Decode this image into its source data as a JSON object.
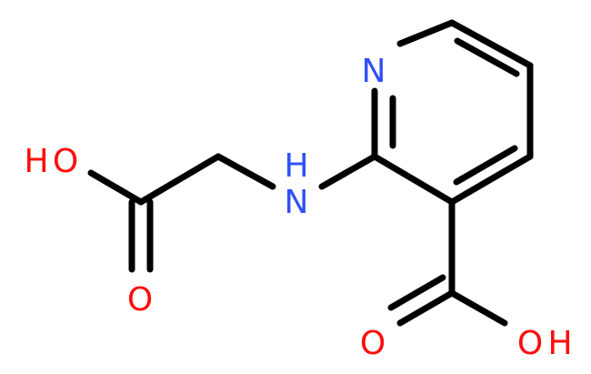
{
  "molecule": {
    "atoms": {
      "ring_n": {
        "label": "N",
        "color": "#3050f8"
      },
      "amine_n": {
        "label": "N",
        "color": "#3050f8"
      },
      "amine_h": {
        "label": "H",
        "color": "#3050f8"
      },
      "glycine_oh_o": {
        "label": "O",
        "color": "#ff0d0d"
      },
      "glycine_oh_h": {
        "label": "H",
        "color": "#ff0d0d"
      },
      "glycine_carbonyl_o": {
        "label": "O",
        "color": "#ff0d0d"
      },
      "nicotinic_carbonyl_o": {
        "label": "O",
        "color": "#ff0d0d"
      },
      "nicotinic_oh_o": {
        "label": "O",
        "color": "#ff0d0d"
      },
      "nicotinic_oh_h": {
        "label": "H",
        "color": "#ff0d0d"
      }
    },
    "bond_color": "#000000"
  }
}
